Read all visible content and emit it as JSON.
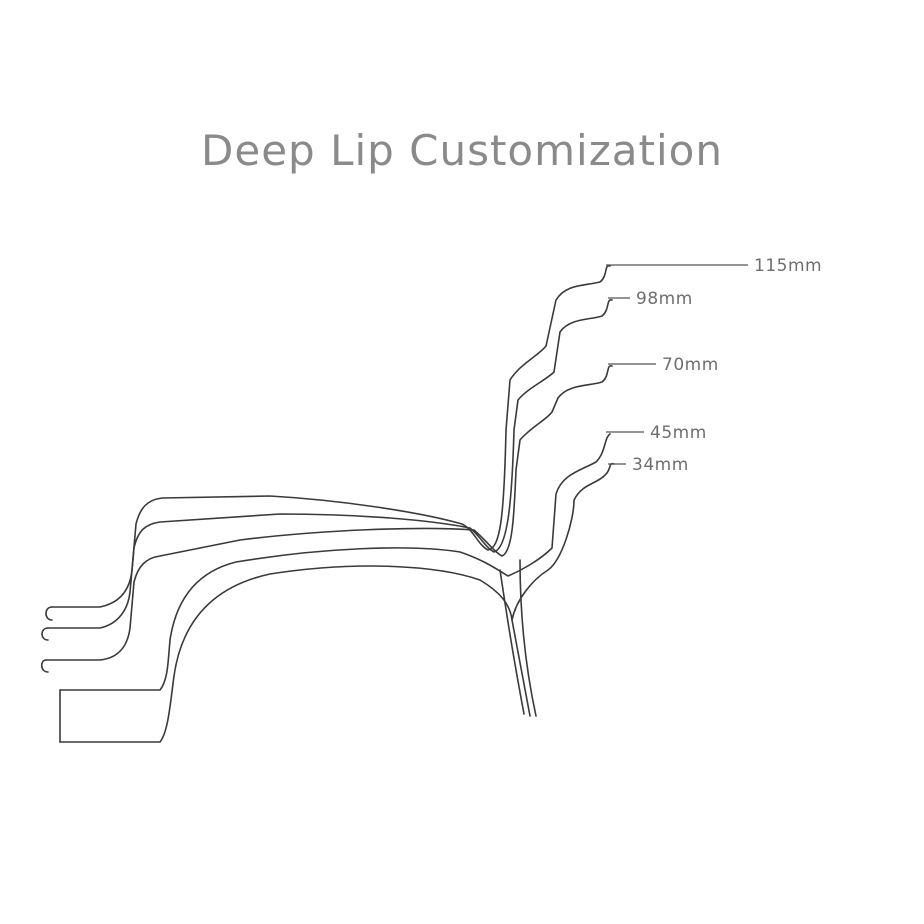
{
  "title": "Deep Lip Customization",
  "depths": [
    {
      "label": "115mm"
    },
    {
      "label": "98mm"
    },
    {
      "label": "70mm"
    },
    {
      "label": "45mm"
    },
    {
      "label": "34mm"
    }
  ],
  "colors": {
    "title": "#8a8a8a",
    "outline": "#3a3a3a",
    "label": "#6e6e6e",
    "background": "#ffffff"
  }
}
